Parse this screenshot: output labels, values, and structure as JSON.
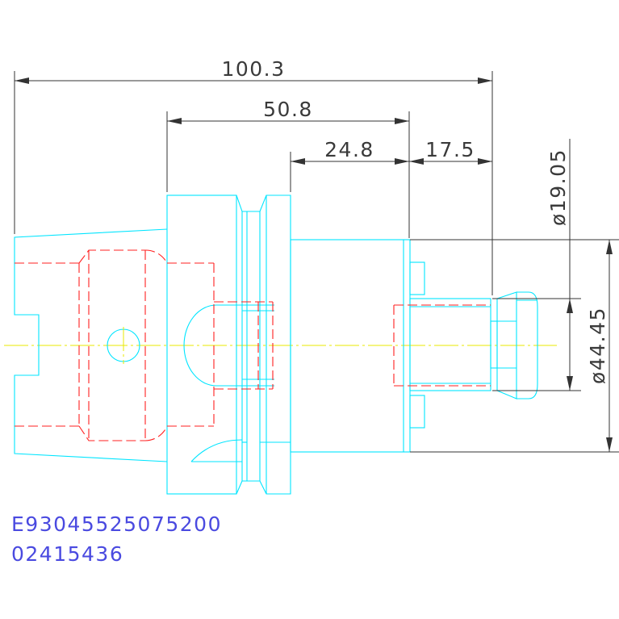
{
  "drawing": {
    "dimensions": {
      "overall_length": "100.3",
      "flange_length": "50.8",
      "body_length": "24.8",
      "shank_length": "17.5",
      "shank_diameter": "ø19.05",
      "body_diameter": "ø44.45"
    },
    "part_number": "E93045525075200",
    "part_code": "02415436",
    "colors": {
      "outline": "#00e5ff",
      "hidden": "#ff2020",
      "centerline": "#e8e800",
      "dimension": "#333333",
      "code_text": "#4a4ae0"
    }
  }
}
